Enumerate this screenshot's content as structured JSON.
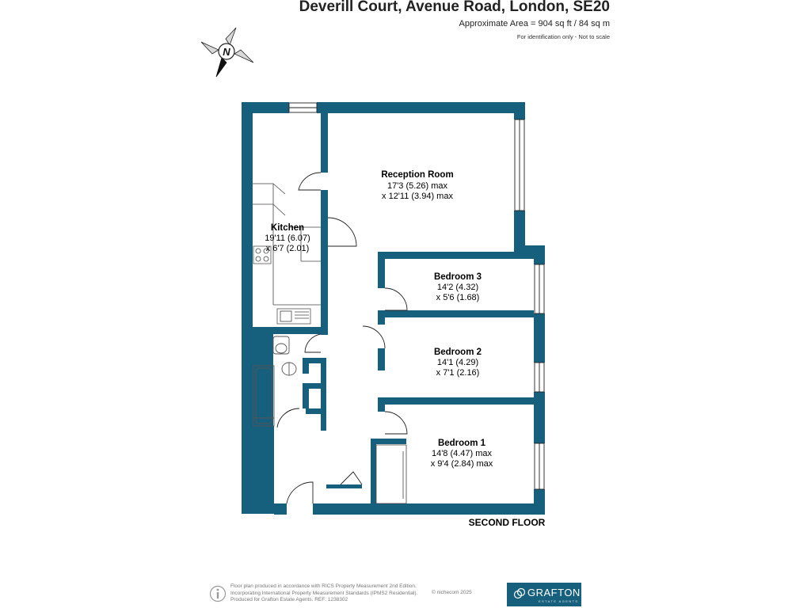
{
  "header": {
    "title": "Deverill Court, Avenue Road, London, SE20",
    "area": "Approximate Area = 904 sq ft / 84 sq m",
    "note": "For identification only - Not to scale"
  },
  "compass": {
    "letter": "N"
  },
  "rooms": {
    "reception": {
      "name": "Reception Room",
      "dim1": "17'3 (5.26) max",
      "dim2": "x 12'11 (3.94) max"
    },
    "kitchen": {
      "name": "Kitchen",
      "dim1": "19'11 (6.07)",
      "dim2": "x 6'7 (2.01)"
    },
    "bedroom3": {
      "name": "Bedroom 3",
      "dim1": "14'2 (4.32)",
      "dim2": "x 5'6 (1.68)"
    },
    "bedroom2": {
      "name": "Bedroom 2",
      "dim1": "14'1 (4.29)",
      "dim2": "x 7'1 (2.16)"
    },
    "bedroom1": {
      "name": "Bedroom 1",
      "dim1": "14'8 (4.47) max",
      "dim2": "x 9'4 (2.84) max"
    }
  },
  "floor_label": "SECOND FLOOR",
  "footer": {
    "line1": "Floor plan produced in accordance with RICS Property Measurement 2nd Edition,",
    "line2": "Incorporating International Property Measurement Standards (IPMS2 Residential).",
    "line3": "Produced for Grafton Estate Agents.  REF: 1238302",
    "copyright": "© nichecom 2025"
  },
  "logo": {
    "name": "GRAFTON",
    "sub": "ESTATE AGENTS"
  },
  "colors": {
    "wall": "#17607d",
    "fixture": "#6d6d6d",
    "background": "#ffffff"
  }
}
